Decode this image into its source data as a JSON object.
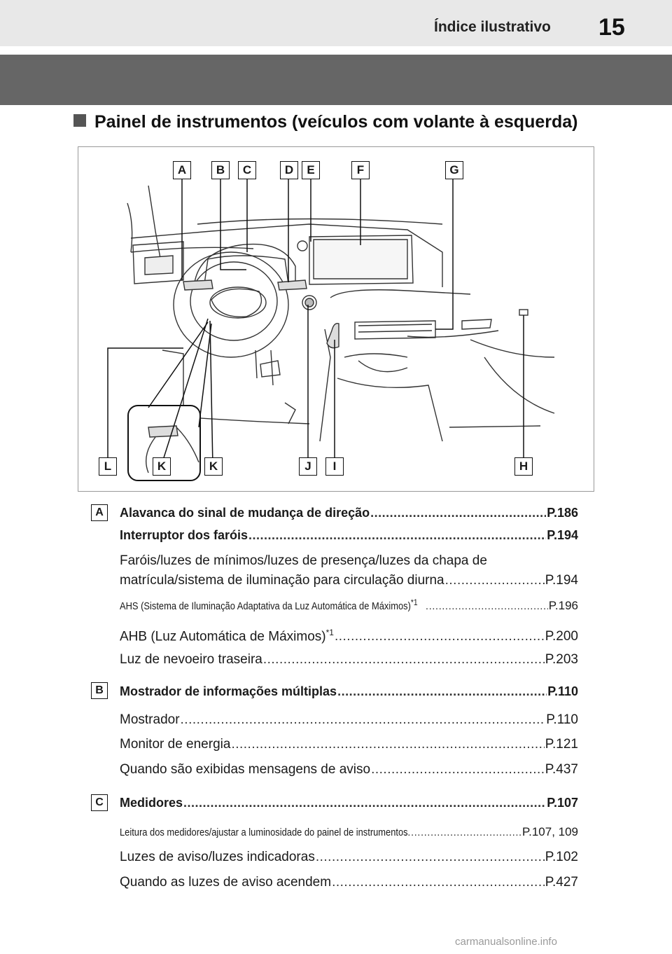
{
  "header": {
    "section_title": "Índice ilustrativo",
    "page_number": "15"
  },
  "heading": "Painel de instrumentos (veículos com volante à esquerda)",
  "figure": {
    "callouts_top": [
      "A",
      "B",
      "C",
      "D",
      "E",
      "F",
      "G"
    ],
    "callouts_bottom": [
      "L",
      "K",
      "K",
      "J",
      "I",
      "H"
    ]
  },
  "entries": {
    "A": {
      "tag": "A",
      "items": [
        {
          "label": "Alavanca do sinal de mudança de direção",
          "ref": "P.186"
        },
        {
          "label": "Interruptor dos faróis",
          "ref": "P.194"
        },
        {
          "label_line1": "Faróis/luzes de mínimos/luzes de presença/luzes da chapa de",
          "label_line2": "matrícula/sistema de iluminação para circulação diurna",
          "ref": "P.194"
        },
        {
          "label": "AHS (Sistema de Iluminação Adaptativa da Luz Automática de Máximos)",
          "sup": "*1",
          "ref": "P.196"
        },
        {
          "label": "AHB (Luz Automática de Máximos)",
          "sup": "*1",
          "ref": "P.200"
        },
        {
          "label": "Luz de nevoeiro traseira",
          "ref": "P.203"
        }
      ]
    },
    "B": {
      "tag": "B",
      "items": [
        {
          "label": "Mostrador de informações múltiplas",
          "ref": "P.110"
        },
        {
          "label": "Mostrador",
          "ref": "P.110"
        },
        {
          "label": "Monitor de energia",
          "ref": "P.121"
        },
        {
          "label": "Quando são exibidas mensagens de aviso",
          "ref": "P.437"
        }
      ]
    },
    "C": {
      "tag": "C",
      "items": [
        {
          "label": "Medidores",
          "ref": "P.107"
        },
        {
          "label": "Leitura dos medidores/ajustar a luminosidade do painel de instrumentos",
          "ref": "P.107, 109"
        },
        {
          "label": "Luzes de aviso/luzes indicadoras",
          "ref": "P.102"
        },
        {
          "label": "Quando as luzes de aviso acendem",
          "ref": "P.427"
        }
      ]
    }
  },
  "watermark": "carmanualsonline.info"
}
